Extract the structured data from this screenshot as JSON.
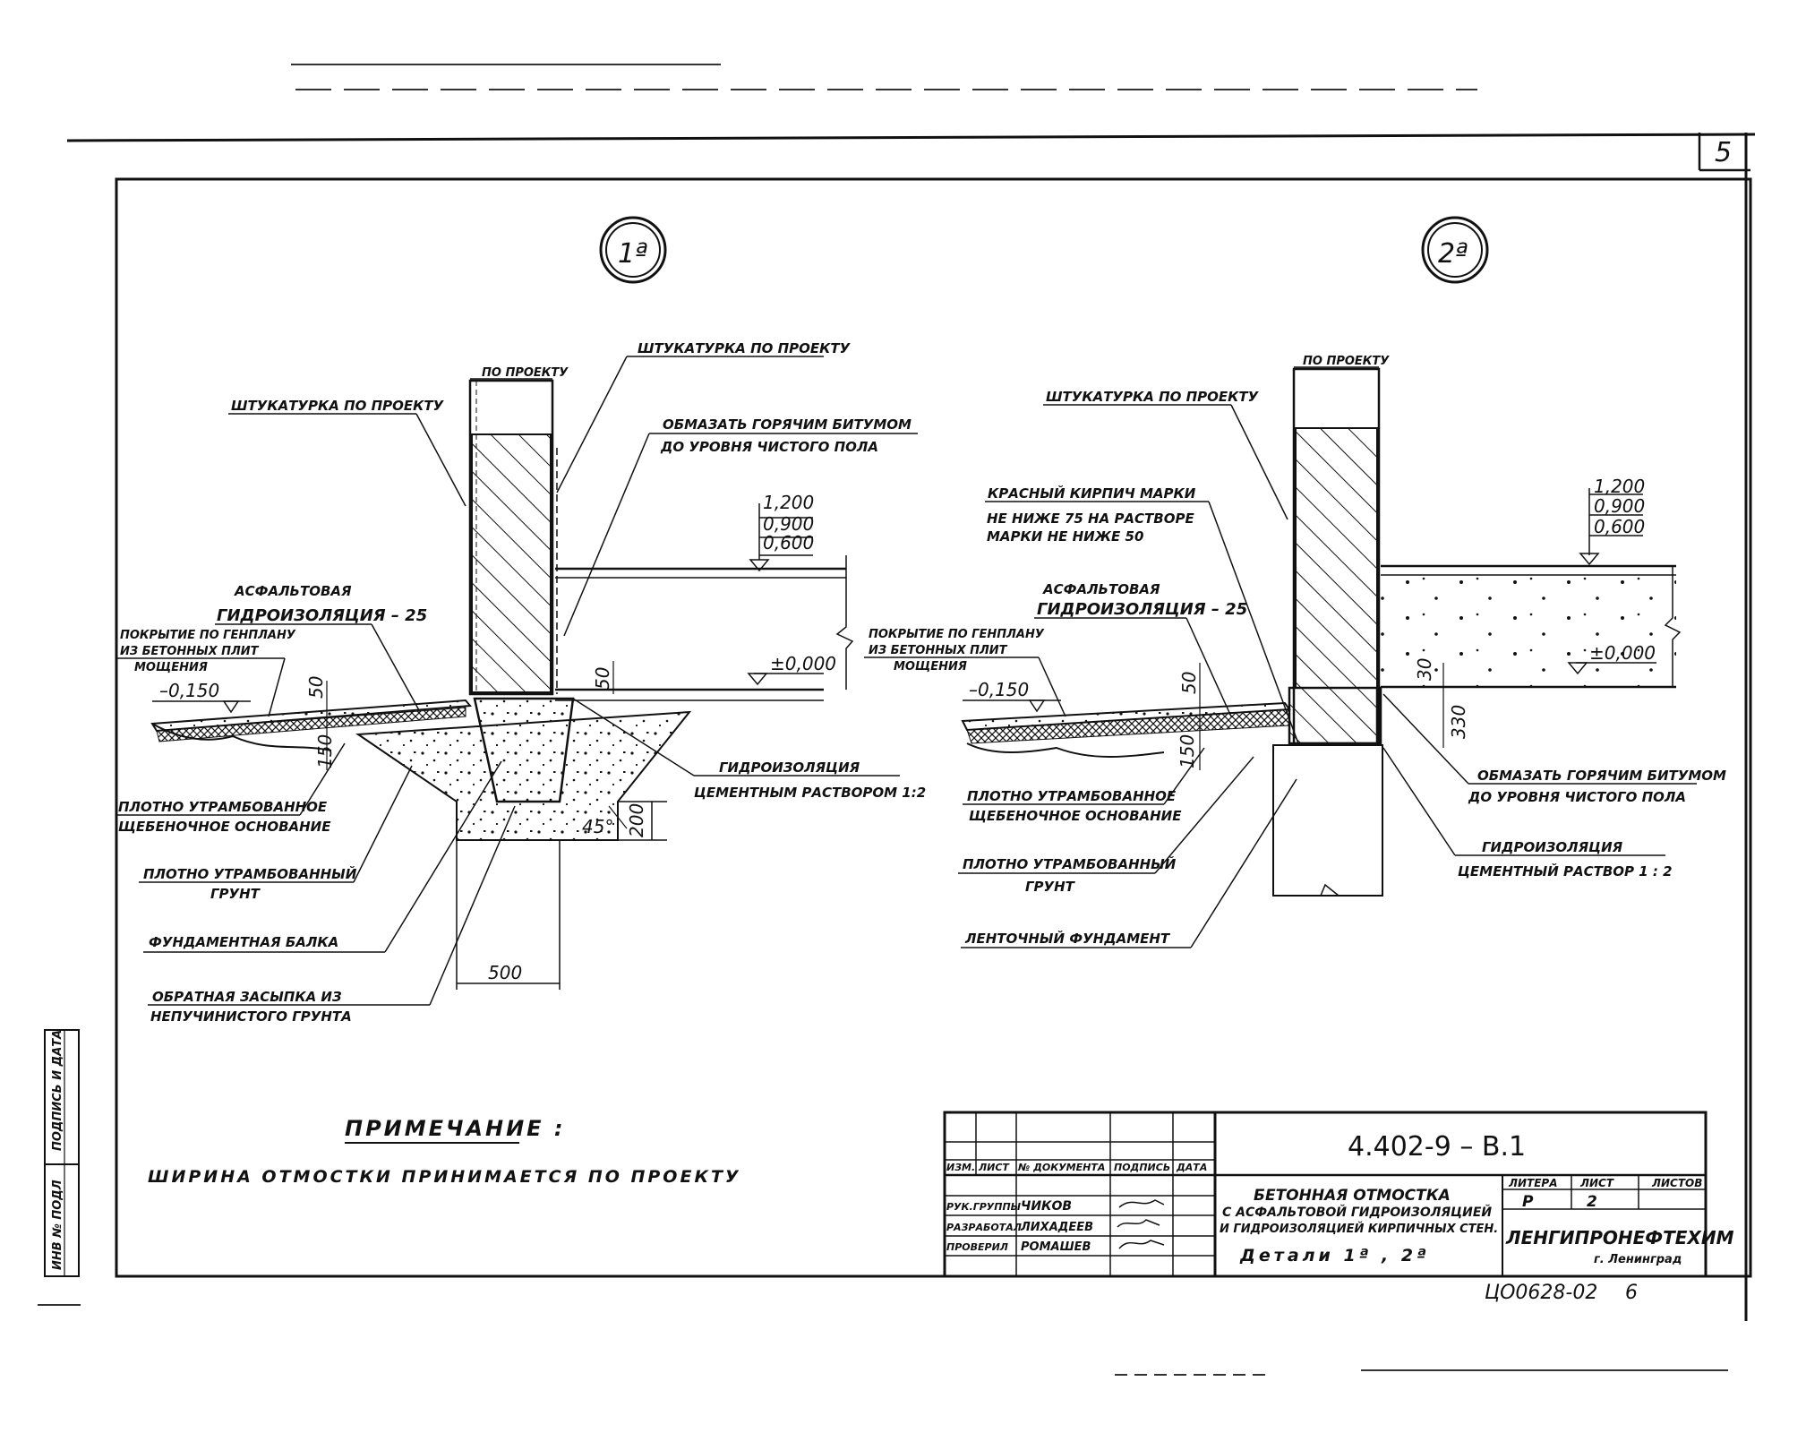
{
  "sheet": {
    "page_number": "5",
    "bottom_code": "ЦО0628-02",
    "bottom_num": "6"
  },
  "details": [
    {
      "marker": "1ª"
    },
    {
      "marker": "2ª"
    }
  ],
  "detail1": {
    "po_proektu": "по проекту",
    "plaster_right": "Штукатурка по проекту",
    "plaster_left": "Штукатурка по проекту",
    "bitumen_1": "Обмазать горячим битумом",
    "bitumen_2": "до уровня чистого пола",
    "levels": [
      "1,200",
      "0,900",
      "0,600"
    ],
    "zero_level": "±0,000",
    "asphalt_1": "Асфальтовая",
    "asphalt_2": "гидроизоляция – 25",
    "cover_1": "Покрытие по генплану",
    "cover_2": "из бетонных плит",
    "cover_3": "мощения",
    "level_minus": "–0,150",
    "dim_50_a": "50",
    "dim_50_b": "50",
    "dim_150": "150",
    "dim_200": "200",
    "dim_500": "500",
    "angle": "45°",
    "waterproof_1": "Гидроизоляция",
    "waterproof_2": "цементным раствором 1:2",
    "gravel_1": "Плотно утрамбованное",
    "gravel_2": "щебеночное основание",
    "soil_1": "Плотно утрамбованный",
    "soil_2": "грунт",
    "beam": "Фундаментная балка",
    "backfill_1": "Обратная засыпка из",
    "backfill_2": "непучинистого грунта"
  },
  "detail2": {
    "po_proektu": "по проекту",
    "plaster": "Штукатурка по проекту",
    "brick_1": "Красный кирпич марки",
    "brick_2": "не ниже 75 на растворе",
    "brick_3": "марки не ниже 50",
    "levels": [
      "1,200",
      "0,900",
      "0,600"
    ],
    "zero_level": "±0,000",
    "asphalt_1": "Асфальтовая",
    "asphalt_2": "гидроизоляция – 25",
    "cover_1": "Покрытие по генплану",
    "cover_2": "из бетонных плит",
    "cover_3": "мощения",
    "level_minus": "–0,150",
    "dim_50": "50",
    "dim_150": "150",
    "dim_30": "30",
    "dim_330": "330",
    "bitumen_1": "Обмазать горячим битумом",
    "bitumen_2": "до уровня чистого пола",
    "waterproof_1": "Гидроизоляция",
    "waterproof_2": "цементный раствор 1 : 2",
    "gravel_1": "Плотно утрамбованное",
    "gravel_2": "щебеночное основание",
    "soil_1": "Плотно утрамбованный",
    "soil_2": "грунт",
    "foundation": "Ленточный фундамент"
  },
  "note": {
    "title": "Примечание :",
    "text": "Ширина отмостки принимается по проекту"
  },
  "side_stamp": {
    "sign_date": "Подпись и дата",
    "inv_no": "Инв № подл"
  },
  "title_block": {
    "code": "4.402-9 – В.1",
    "headers": [
      "Изм.",
      "Лист",
      "№ документа",
      "Подпись",
      "Дата"
    ],
    "rows": [
      {
        "role": "Рук.группы",
        "name": "Чиков"
      },
      {
        "role": "Разработал",
        "name": "Лихадеев"
      },
      {
        "role": "Проверил",
        "name": "Ромашев"
      }
    ],
    "title_1": "Бетонная отмостка",
    "title_2": "с асфальтовой гидроизоляцией",
    "title_3": "и гидроизоляцией кирпичных стен.",
    "title_4": "Детали 1ª , 2ª",
    "stage_label": "Литера",
    "sheet_label": "Лист",
    "sheets_label": "Листов",
    "stage_value": "Р",
    "sheet_value": "2",
    "org": "Ленгипронефтехим",
    "city": "г. Ленинград"
  }
}
